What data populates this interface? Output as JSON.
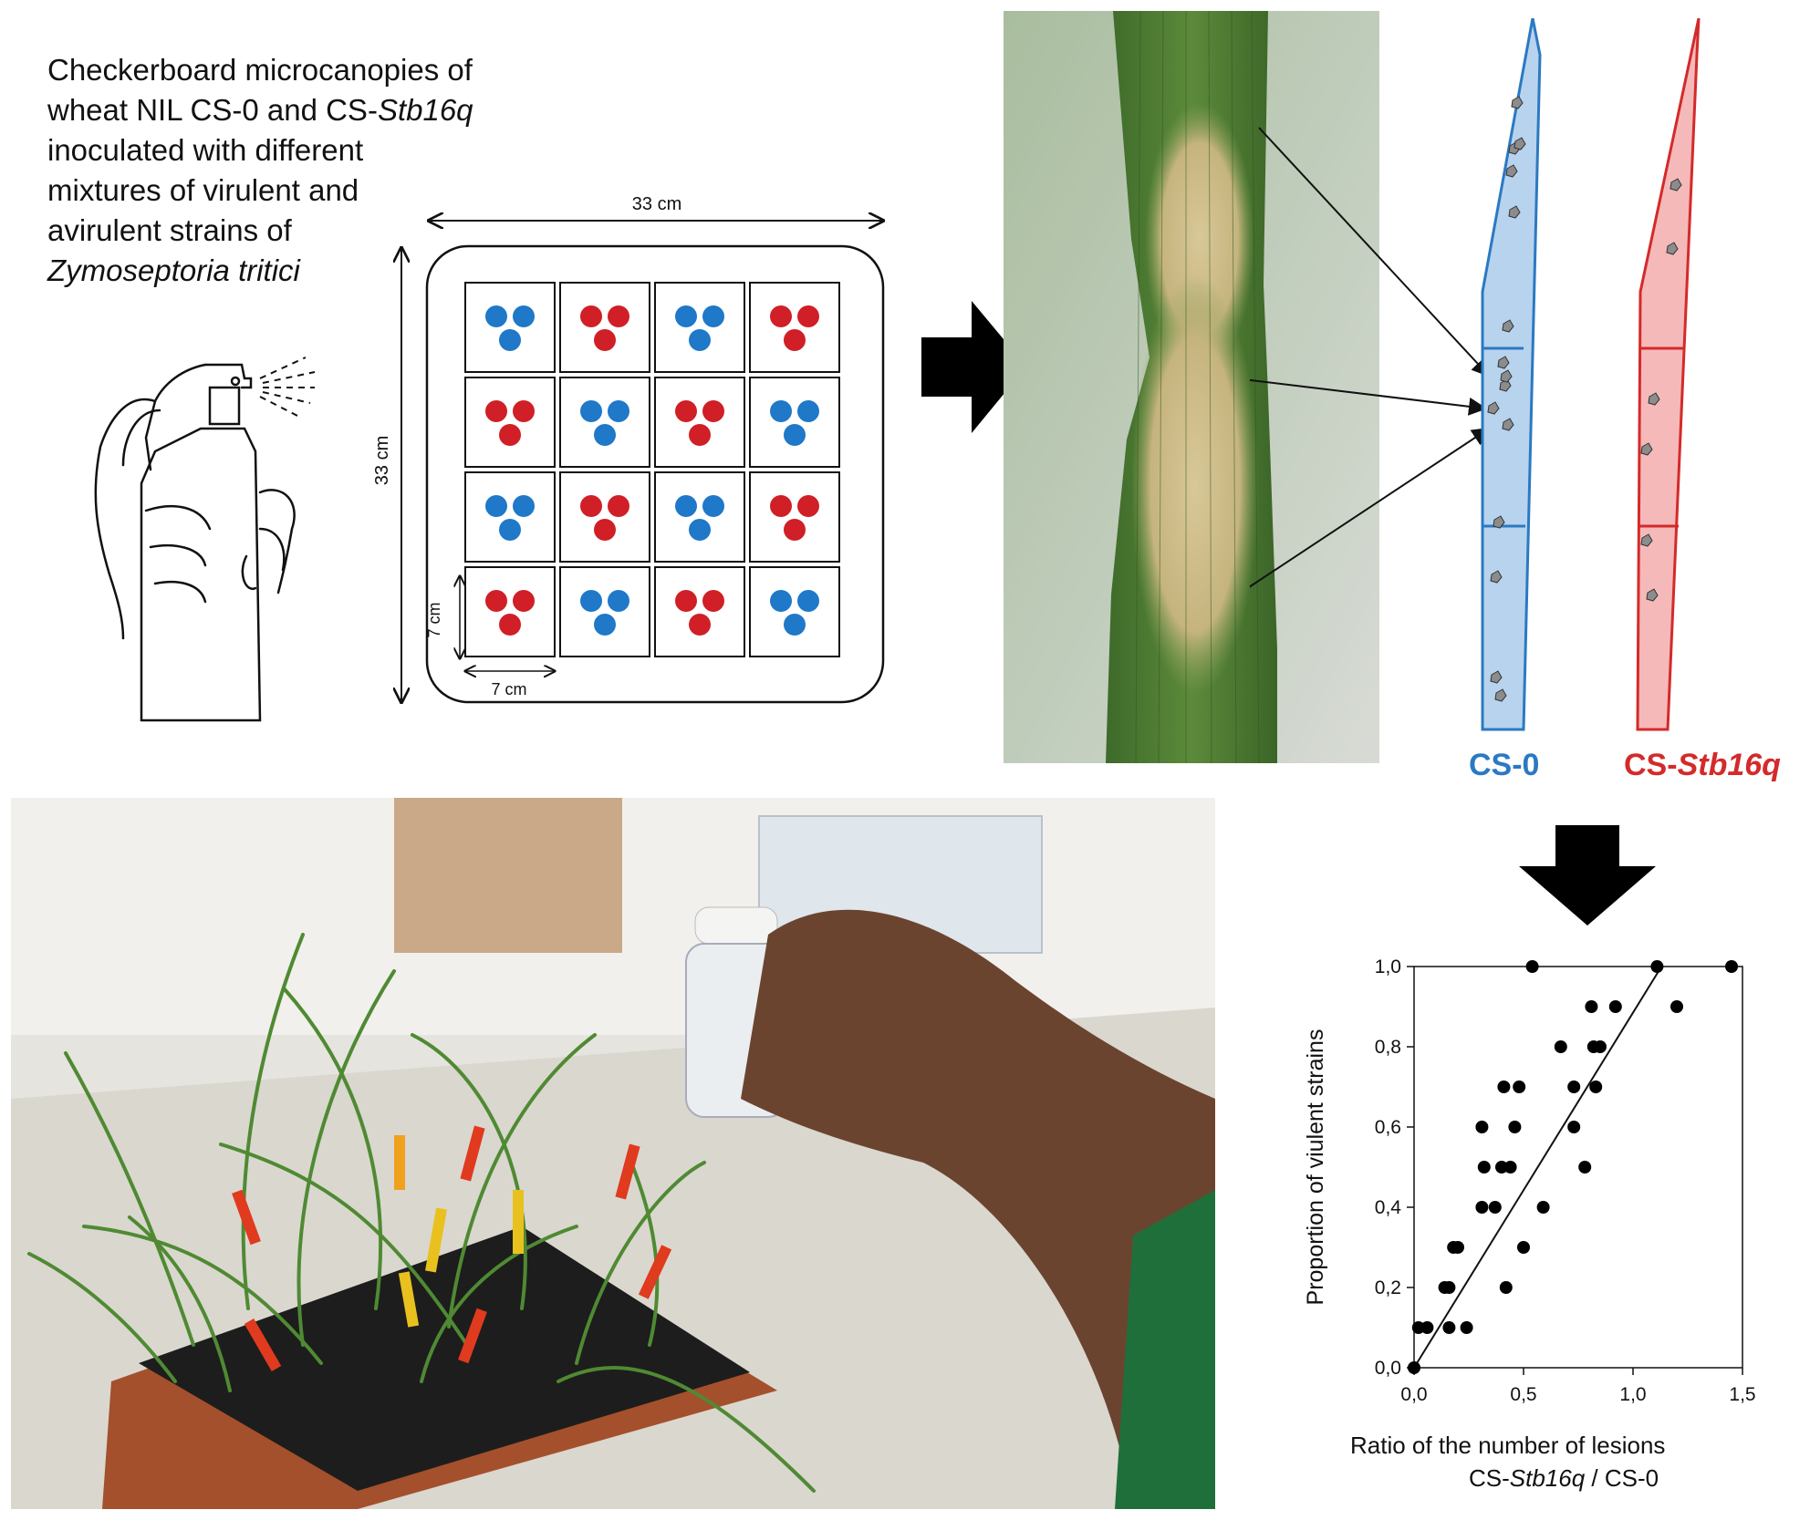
{
  "intro": {
    "line1": "Checkerboard microcanopies of",
    "line2": "wheat NIL CS-0 and CS-",
    "line2_italic": "Stb16q",
    "line3": "inoculated with different",
    "line4": "mixtures of virulent and",
    "line5": "avirulent strains of",
    "line6_italic": "Zymoseptoria tritici"
  },
  "tray": {
    "width_label": "33 cm",
    "height_label": "33 cm",
    "cell_w_label": "7 cm",
    "cell_h_label": "7 cm",
    "pattern": [
      [
        "blue",
        "red",
        "blue",
        "red"
      ],
      [
        "red",
        "blue",
        "red",
        "blue"
      ],
      [
        "blue",
        "red",
        "blue",
        "red"
      ],
      [
        "red",
        "blue",
        "red",
        "blue"
      ]
    ],
    "colors": {
      "blue": "#1f78c8",
      "red": "#d01f26"
    }
  },
  "leaves": {
    "cs0": "CS-0",
    "csstb_prefix": "CS-",
    "csstb_italic": "Stb16q"
  },
  "chart_data": {
    "type": "scatter",
    "xlabel_line1": "Ratio of the number of lesions",
    "xlabel_line2_prefix": "CS-",
    "xlabel_line2_italic": "Stb16q",
    "xlabel_line2_suffix": " / CS-0",
    "ylabel": "Proportion of viulent strains",
    "xlim": [
      0,
      1.5
    ],
    "ylim": [
      0,
      1.0
    ],
    "xticks": [
      "0,0",
      "0,5",
      "1,0",
      "1,5"
    ],
    "yticks": [
      "0,0",
      "0,2",
      "0,4",
      "0,6",
      "0,8",
      "1,0"
    ],
    "points": [
      [
        0.0,
        0.0
      ],
      [
        0.02,
        0.1
      ],
      [
        0.06,
        0.1
      ],
      [
        0.24,
        0.1
      ],
      [
        0.16,
        0.1
      ],
      [
        0.14,
        0.2
      ],
      [
        0.16,
        0.2
      ],
      [
        0.42,
        0.2
      ],
      [
        0.18,
        0.3
      ],
      [
        0.2,
        0.3
      ],
      [
        0.5,
        0.3
      ],
      [
        0.31,
        0.4
      ],
      [
        0.37,
        0.4
      ],
      [
        0.59,
        0.4
      ],
      [
        0.32,
        0.5
      ],
      [
        0.4,
        0.5
      ],
      [
        0.44,
        0.5
      ],
      [
        0.78,
        0.5
      ],
      [
        0.31,
        0.6
      ],
      [
        0.46,
        0.6
      ],
      [
        0.73,
        0.6
      ],
      [
        0.41,
        0.7
      ],
      [
        0.48,
        0.7
      ],
      [
        0.73,
        0.7
      ],
      [
        0.83,
        0.7
      ],
      [
        0.67,
        0.8
      ],
      [
        0.82,
        0.8
      ],
      [
        0.85,
        0.8
      ],
      [
        0.81,
        0.9
      ],
      [
        0.92,
        0.9
      ],
      [
        1.2,
        0.9
      ],
      [
        0.54,
        1.0
      ],
      [
        1.11,
        1.0
      ],
      [
        1.45,
        1.0
      ]
    ],
    "fit_line": [
      [
        0.0,
        0.0
      ],
      [
        1.13,
        1.0
      ]
    ]
  }
}
